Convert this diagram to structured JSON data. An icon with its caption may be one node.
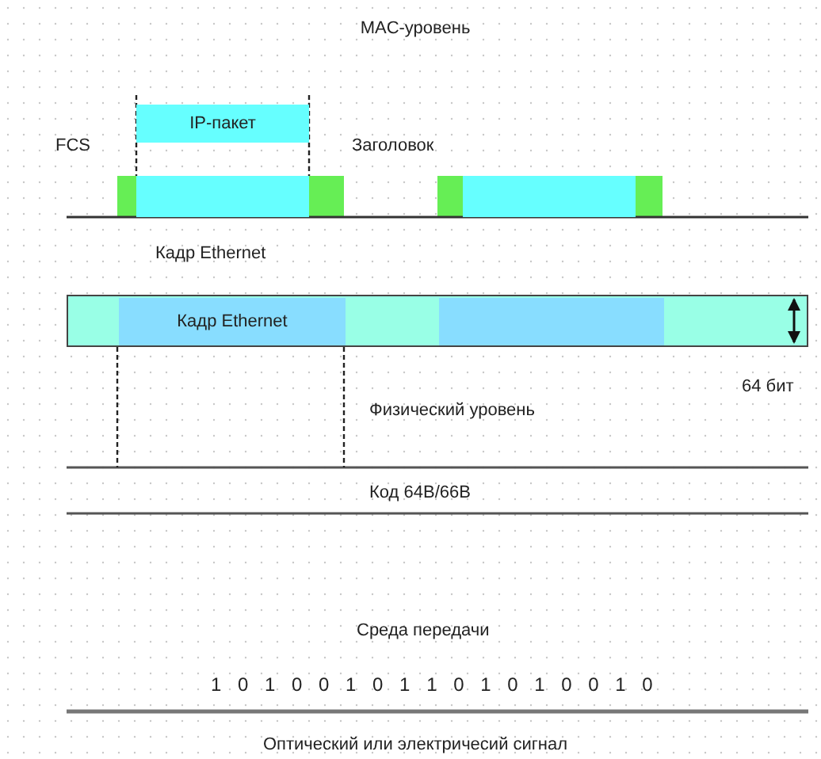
{
  "diagram": {
    "nodes": [
      {
        "text": [
          "IP-пакет"
        ]
      },
      {
        "text": [],
        "shape": "box"
      },
      {
        "text": [],
        "shape": "box"
      },
      {
        "text": [],
        "shape": "bar"
      },
      {
        "text": [
          "Кадр Ethernet"
        ],
        "in": 3
      },
      {
        "text": [],
        "shape": "box",
        "in": 3
      }
    ],
    "edges": [
      {
        "from": 0,
        "to": 1,
        "arrow": "none",
        "style": "dashed"
      },
      {
        "from": 0,
        "to": 1,
        "arrow": "none",
        "style": "dashed"
      }
    ],
    "labels": [
      "MAC-уровень",
      "FCS",
      "Заголовок",
      "Кадр Ethernet",
      "64 бит",
      "Физический уровень",
      "Код 64B/66B",
      "Среда передачи",
      "1 0 1 0 0 1 0 1 1 0 1 0 1 0 0 1 0",
      "Оптический или электричесий сигнал"
    ]
  }
}
